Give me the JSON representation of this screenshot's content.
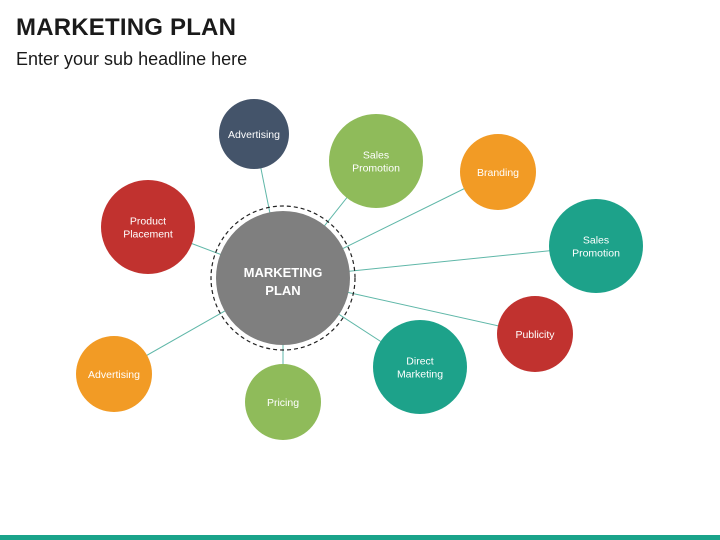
{
  "header": {
    "title": "MARKETING PLAN",
    "subtitle": "Enter your sub headline here"
  },
  "colors": {
    "connector": "#5fb7a8",
    "center": "#7f7f7f",
    "bottom_bar": "#1aa38a"
  },
  "center": {
    "lines": [
      "MARKETING",
      "PLAN"
    ]
  },
  "nodes": [
    {
      "lines": [
        "Advertising"
      ],
      "color": "#44546a"
    },
    {
      "lines": [
        "Sales",
        "Promotion"
      ],
      "color": "#8fbb5a"
    },
    {
      "lines": [
        "Branding"
      ],
      "color": "#f29b25"
    },
    {
      "lines": [
        "Product",
        "Placement"
      ],
      "color": "#c1322f"
    },
    {
      "lines": [
        "Sales",
        "Promotion"
      ],
      "color": "#1da28a"
    },
    {
      "lines": [
        "Publicity"
      ],
      "color": "#c1322f"
    },
    {
      "lines": [
        "Direct",
        "Marketing"
      ],
      "color": "#1da28a"
    },
    {
      "lines": [
        "Advertising"
      ],
      "color": "#f29b25"
    },
    {
      "lines": [
        "Pricing"
      ],
      "color": "#8fbb5a"
    }
  ]
}
